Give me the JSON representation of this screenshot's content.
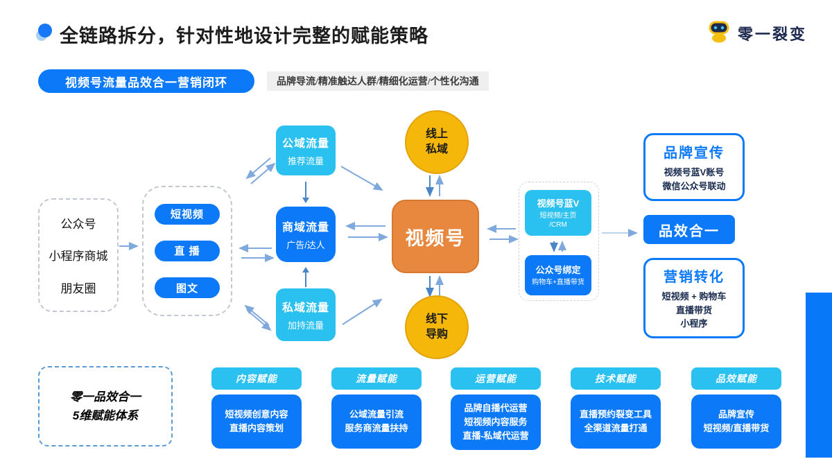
{
  "header": {
    "title": "全链路拆分，针对性地设计完整的赋能策略",
    "logo_text": "零一裂变"
  },
  "banner": {
    "pill": "视频号流量品效合一营销闭环",
    "tags": "品牌导流/精准触达人群/精细化运营/个性化沟通"
  },
  "left_panel": {
    "items": [
      "公众号",
      "小程序商城",
      "朋友圈"
    ]
  },
  "content_panel": {
    "items": [
      "短视频",
      "直 播",
      "图文"
    ]
  },
  "flow": {
    "public": {
      "title": "公域流量",
      "subtitle": "推荐流量"
    },
    "commercial": {
      "title": "商域流量",
      "subtitle": "广告/达人"
    },
    "private": {
      "title": "私域流量",
      "subtitle": "加持流量"
    }
  },
  "center": {
    "online": {
      "line1": "线上",
      "line2": "私域"
    },
    "video": "视频号",
    "offline": {
      "line1": "线下",
      "line2": "导购"
    }
  },
  "account_panel": {
    "bluev": {
      "title": "视频号蓝V",
      "line1": "短视频/主页",
      "line2": "/CRM"
    },
    "bind": {
      "title": "公众号绑定",
      "line1": "购物车+直播带货"
    }
  },
  "results": {
    "brand": {
      "title": "品牌宣传",
      "line1": "视频号蓝V账号",
      "line2": "微信公众号联动"
    },
    "combined": {
      "title": "品效合一"
    },
    "conversion": {
      "title": "营销转化",
      "line1": "短视频 + 购物车",
      "line2": "直播带货",
      "line3": "小程序"
    }
  },
  "bottom": {
    "system": {
      "line1": "零一品效合一",
      "line2": "5维赋能体系"
    },
    "pillars": [
      {
        "header": "内容赋能",
        "line1": "短视频创意内容",
        "line2": "直播内容策划"
      },
      {
        "header": "流量赋能",
        "line1": "公域流量引流",
        "line2": "服务商流量扶持"
      },
      {
        "header": "运营赋能",
        "line1": "品牌自播代运营",
        "line2": "短视频内容服务",
        "line3": "直播-私域代运营"
      },
      {
        "header": "技术赋能",
        "line1": "直播预约裂变工具",
        "line2": "全渠道流量打通"
      },
      {
        "header": "品效赋能",
        "line1": "品牌宣传",
        "line2": "短视频/直播带货"
      }
    ]
  },
  "colors": {
    "primary_blue": "#0b79f8",
    "cyan": "#2ac0f0",
    "orange": "#e8883e",
    "yellow": "#f5b70a",
    "navy": "#1e2950",
    "arrow_light": "#7fa9dc",
    "arrow_dark": "#4a86c6"
  }
}
